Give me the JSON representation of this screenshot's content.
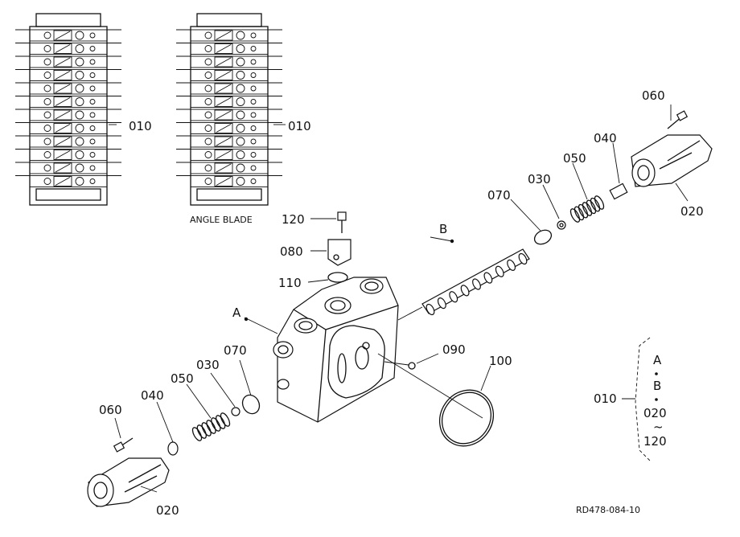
{
  "figure_code": "RD478-084-10",
  "views": {
    "standard_label": "010",
    "angle_label": "010",
    "angle_caption": "ANGLE BLADE"
  },
  "callouts": {
    "p060_top": "060",
    "p040_top": "040",
    "p050_top": "050",
    "p030_top": "030",
    "p070_top": "070",
    "p020_top": "020",
    "p120": "120",
    "p080": "080",
    "p110": "110",
    "pB": "B",
    "pA": "A",
    "p090": "090",
    "p100": "100",
    "p070_bot": "070",
    "p030_bot": "030",
    "p050_bot": "050",
    "p040_bot": "040",
    "p060_bot": "060",
    "p020_bot": "020"
  },
  "legend": {
    "ref": "010",
    "items": [
      "A",
      "B",
      "020",
      "120"
    ],
    "range_mark": "~"
  }
}
